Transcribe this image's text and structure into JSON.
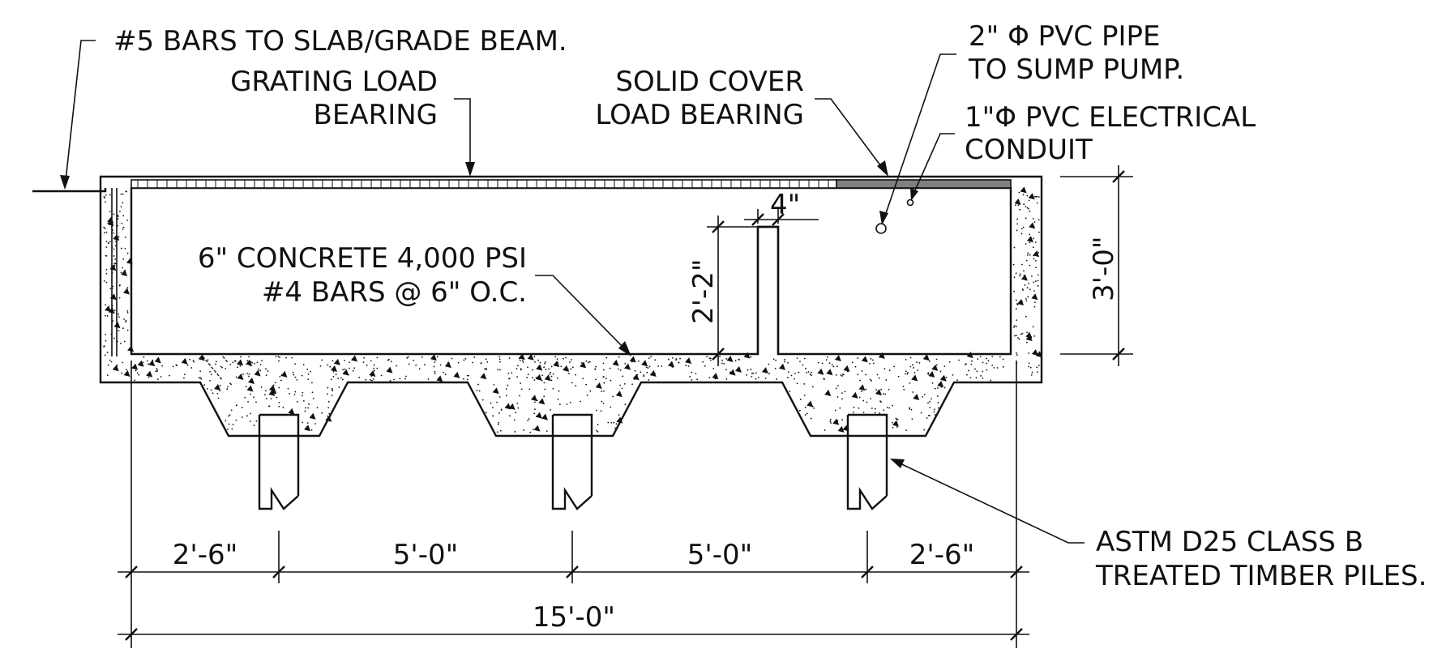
{
  "callouts": {
    "bars_to_slab": "#5 BARS TO SLAB/GRADE BEAM.",
    "grating_line1": "GRATING LOAD",
    "grating_line2": "BEARING",
    "solid_line1": "SOLID COVER",
    "solid_line2": "LOAD BEARING",
    "pvc_pipe_line1": "2\" Φ PVC PIPE",
    "pvc_pipe_line2": "TO SUMP PUMP.",
    "conduit_line1": "1\"Φ PVC ELECTRICAL",
    "conduit_line2": "CONDUIT",
    "concrete_line1": "6\" CONCRETE 4,000 PSI",
    "concrete_line2": "#4 BARS @ 6\" O.C.",
    "piles_line1": "ASTM D25 CLASS B",
    "piles_line2": "TREATED TIMBER PILES."
  },
  "dimensions": {
    "wall_thickness": "4\"",
    "wall_height": "2'-2\"",
    "overall_height": "3'-0\"",
    "span_1": "2'-6\"",
    "span_2": "5'-0\"",
    "span_3": "5'-0\"",
    "span_4": "2'-6\"",
    "overall_length": "15'-0\""
  },
  "colors": {
    "line": "#111111",
    "solid_cover": "#808080",
    "background": "#ffffff"
  }
}
